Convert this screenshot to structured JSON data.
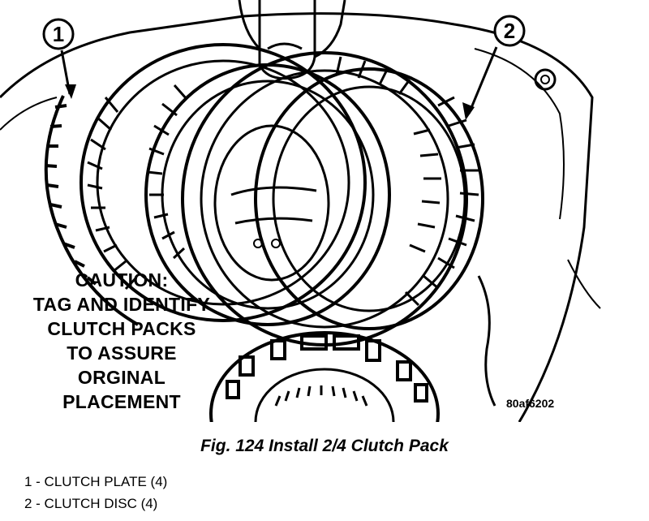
{
  "callouts": [
    "1",
    "2"
  ],
  "caution_lines": [
    "CAUTION:",
    "TAG AND IDENTIFY",
    "CLUTCH PACKS",
    "TO ASSURE",
    "ORGINAL",
    "PLACEMENT"
  ],
  "figure_code": "80af6202",
  "caption": "Fig. 124 Install 2/4 Clutch Pack",
  "legend": [
    "1 - CLUTCH PLATE (4)",
    "2 - CLUTCH DISC (4)"
  ]
}
